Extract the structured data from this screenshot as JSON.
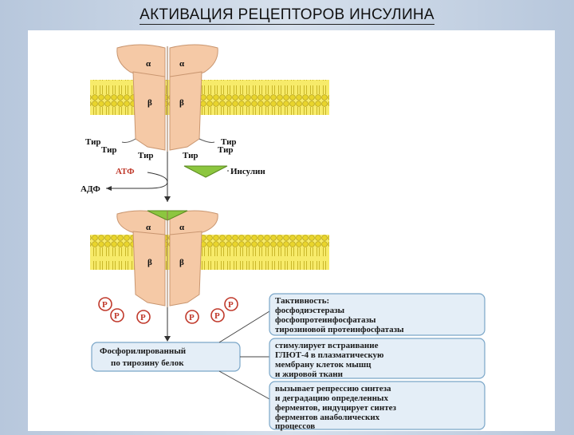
{
  "title": "АКТИВАЦИЯ РЕЦЕПТОРОВ ИНСУЛИНА",
  "receptor": {
    "alpha": "α",
    "beta": "β"
  },
  "tyr": "Тир",
  "atp": "АТФ",
  "adp": "АДФ",
  "insulin": "Инсулин",
  "phospho": "P",
  "protein_box": [
    "Фосфорилированный",
    "по тирозину белок"
  ],
  "effects": [
    [
      "Тактивность:",
      "фосфодиэстеразы",
      "фосфопротеинфосфатазы",
      "тирозиновой протеинфосфатазы"
    ],
    [
      "стимулирует встраивание",
      "ГЛЮТ-4 в плазматическую",
      "мембрану клеток мышц",
      "и жировой ткани"
    ],
    [
      "вызывает репрессию синтеза",
      "и деградацию определенных",
      "ферментов, индуцирует синтез",
      "ферментов анаболических",
      "процессов"
    ]
  ],
  "colors": {
    "receptor": "#f5c9a6",
    "membrane": "#f2e24a",
    "insulin": "#8cc63f",
    "box_fill": "#e4eef7",
    "box_border": "#7aa6c8"
  }
}
